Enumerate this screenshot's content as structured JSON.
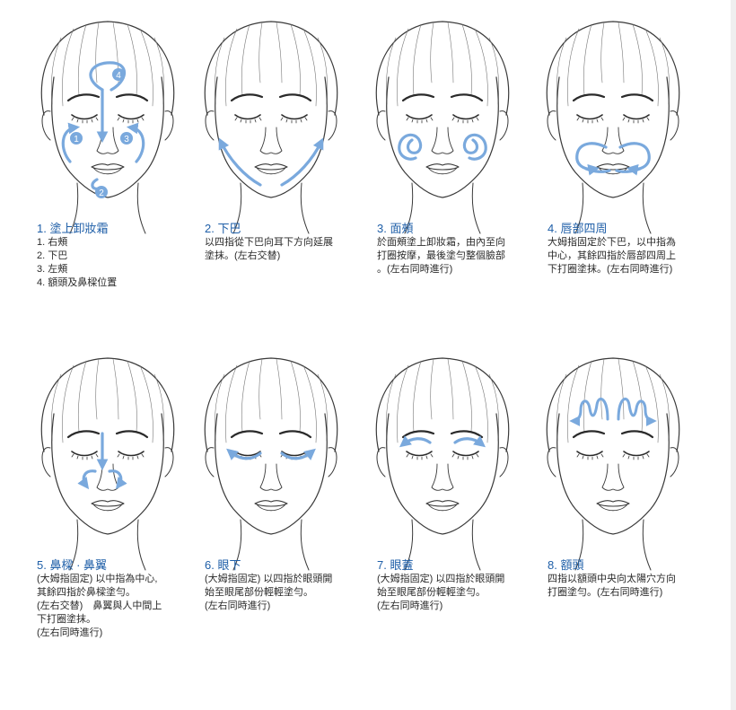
{
  "accent_color": "#1f5fa8",
  "arrow_color": "#7aa9dd",
  "steps": [
    {
      "title": "1. 塗上卸妝霜",
      "list": [
        "1. 右頰",
        "2. 下巴",
        "3. 左頰",
        "4. 額頭及鼻樑位置"
      ],
      "badges": [
        "1",
        "2",
        "3",
        "4"
      ]
    },
    {
      "title": "2. 下巴",
      "body": "以四指從下巴向耳下方向延展\n塗抹。(左右交替)"
    },
    {
      "title": "3. 面頰",
      "body": "於面頰塗上卸妝霜，由內至向\n打圈按摩，最後塗勻整個臉部\n。(左右同時進行)"
    },
    {
      "title": "4. 唇部四周",
      "body": "大姆指固定於下巴，以中指為\n中心，其餘四指於唇部四周上\n下打圈塗抹。(左右同時進行)"
    },
    {
      "title": "5. 鼻樑 · 鼻翼",
      "body": "(大姆指固定) 以中指為中心,\n其餘四指於鼻樑塗勻。\n(左右交替)　鼻翼與人中間上\n下打圈塗抹。\n(左右同時進行)"
    },
    {
      "title": "6. 眼下",
      "body": "(大姆指固定) 以四指於眼頭開\n始至眼尾部份輕輕塗勻。\n(左右同時進行)"
    },
    {
      "title": "7. 眼蓋",
      "body": "(大姆指固定) 以四指於眼頭開\n始至眼尾部份輕輕塗勻。\n(左右同時進行)"
    },
    {
      "title": "8. 額頭",
      "body": "四指以額頭中央向太陽穴方向\n打圈塗勻。(左右同時進行)"
    }
  ]
}
